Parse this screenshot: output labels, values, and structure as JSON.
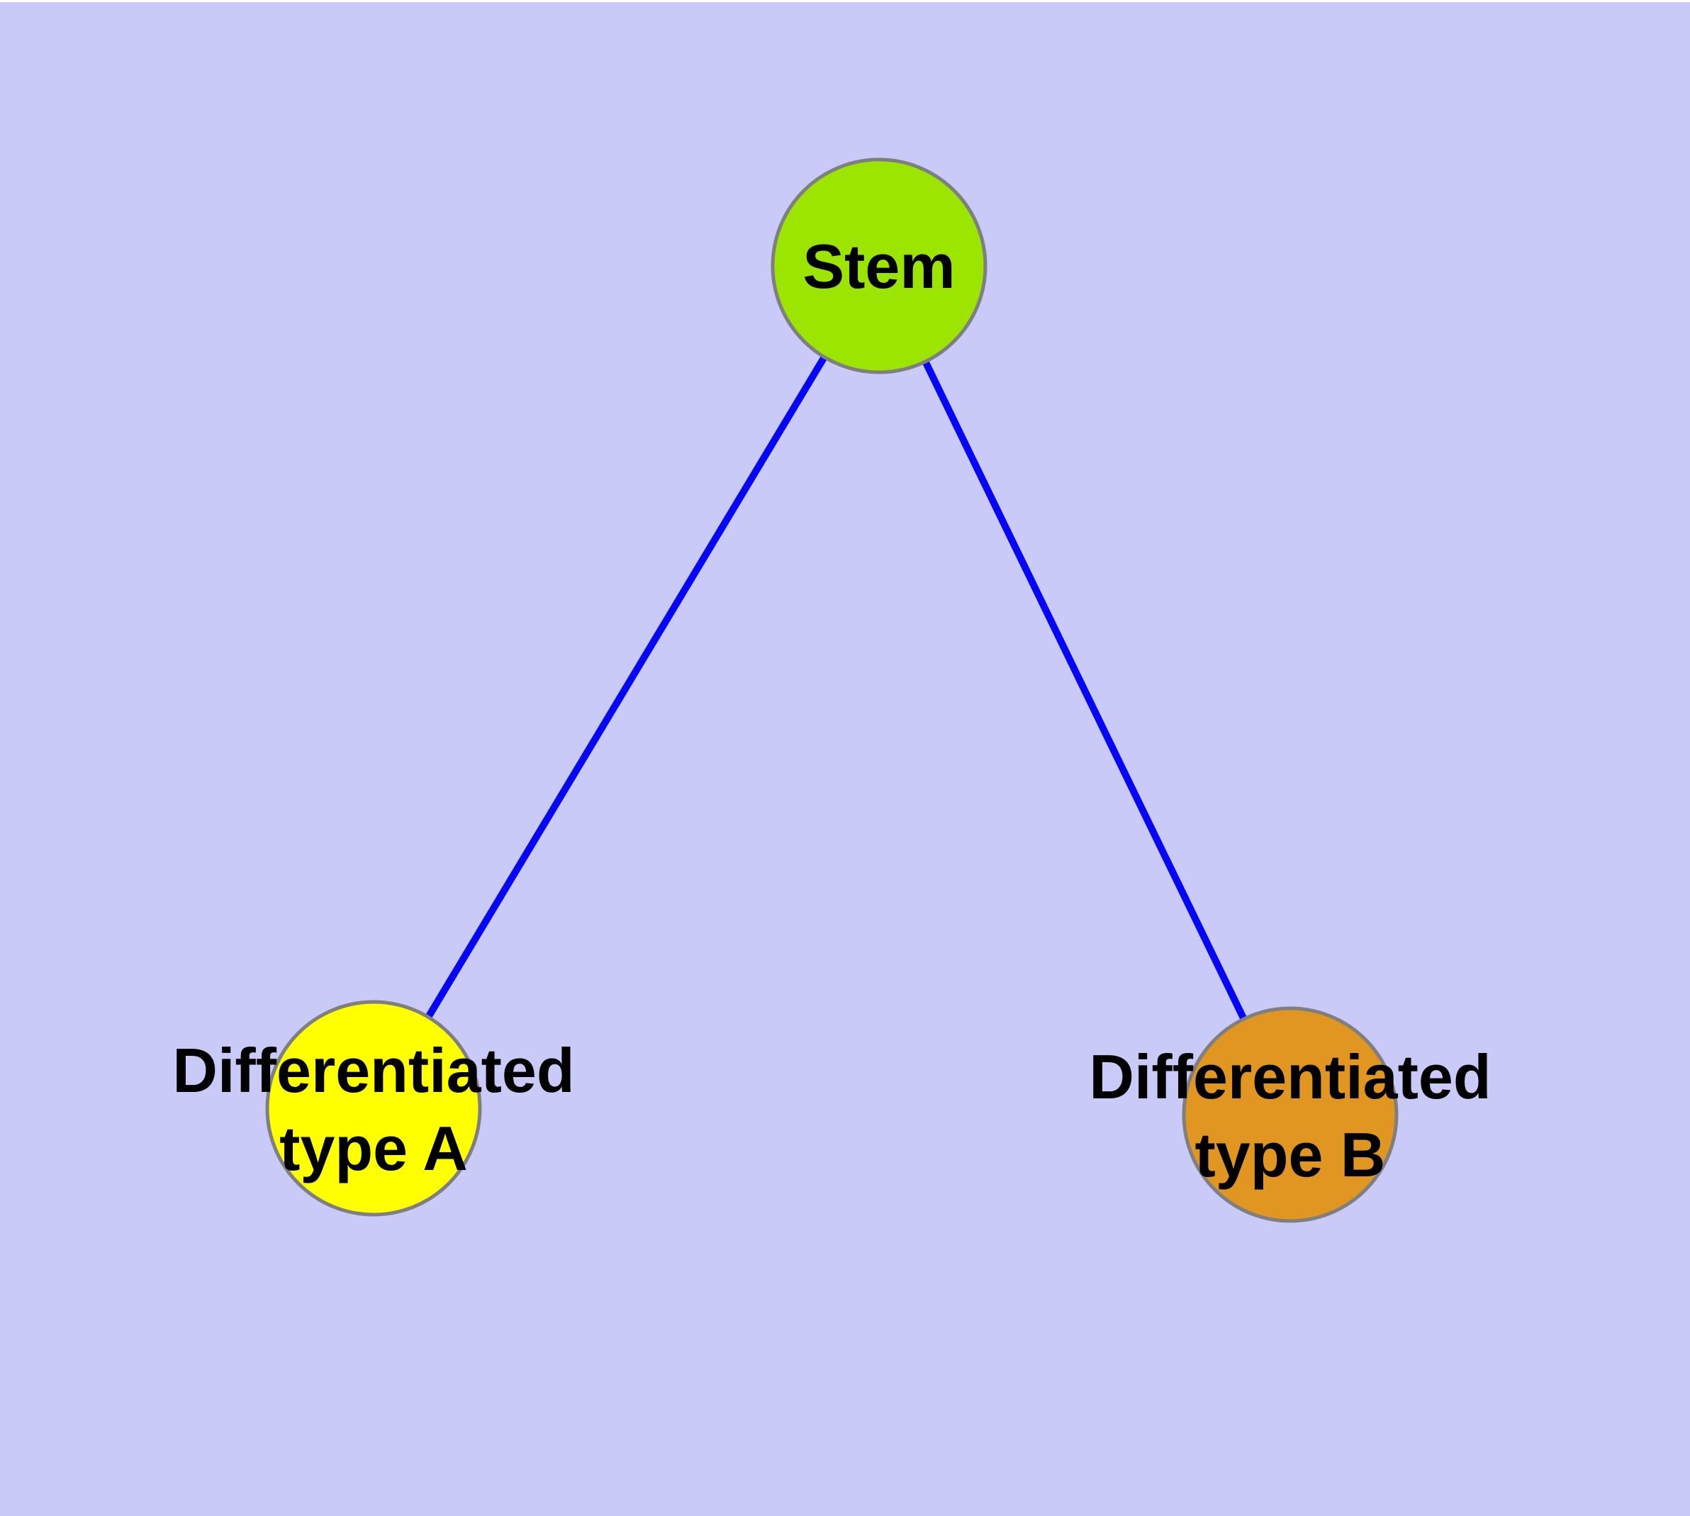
{
  "diagram": {
    "type": "node-link-graph",
    "colors": {
      "background": "#cacaf8",
      "page_margin": "#ffffff",
      "edge": "#0505fa",
      "node_border": "#7f7f7f",
      "label": "#000000"
    },
    "nodes": [
      {
        "id": "stem",
        "label_lines": [
          "Stem"
        ],
        "fill": "#9ce500"
      },
      {
        "id": "differentiated-type-a",
        "label_lines": [
          "Differentiated",
          "type A"
        ],
        "fill": "#ffff00"
      },
      {
        "id": "differentiated-type-b",
        "label_lines": [
          "Differentiated",
          "type B"
        ],
        "fill": "#e09620"
      }
    ],
    "edges": [
      {
        "from": "stem",
        "to": "differentiated-type-a"
      },
      {
        "from": "stem",
        "to": "differentiated-type-b"
      }
    ]
  }
}
